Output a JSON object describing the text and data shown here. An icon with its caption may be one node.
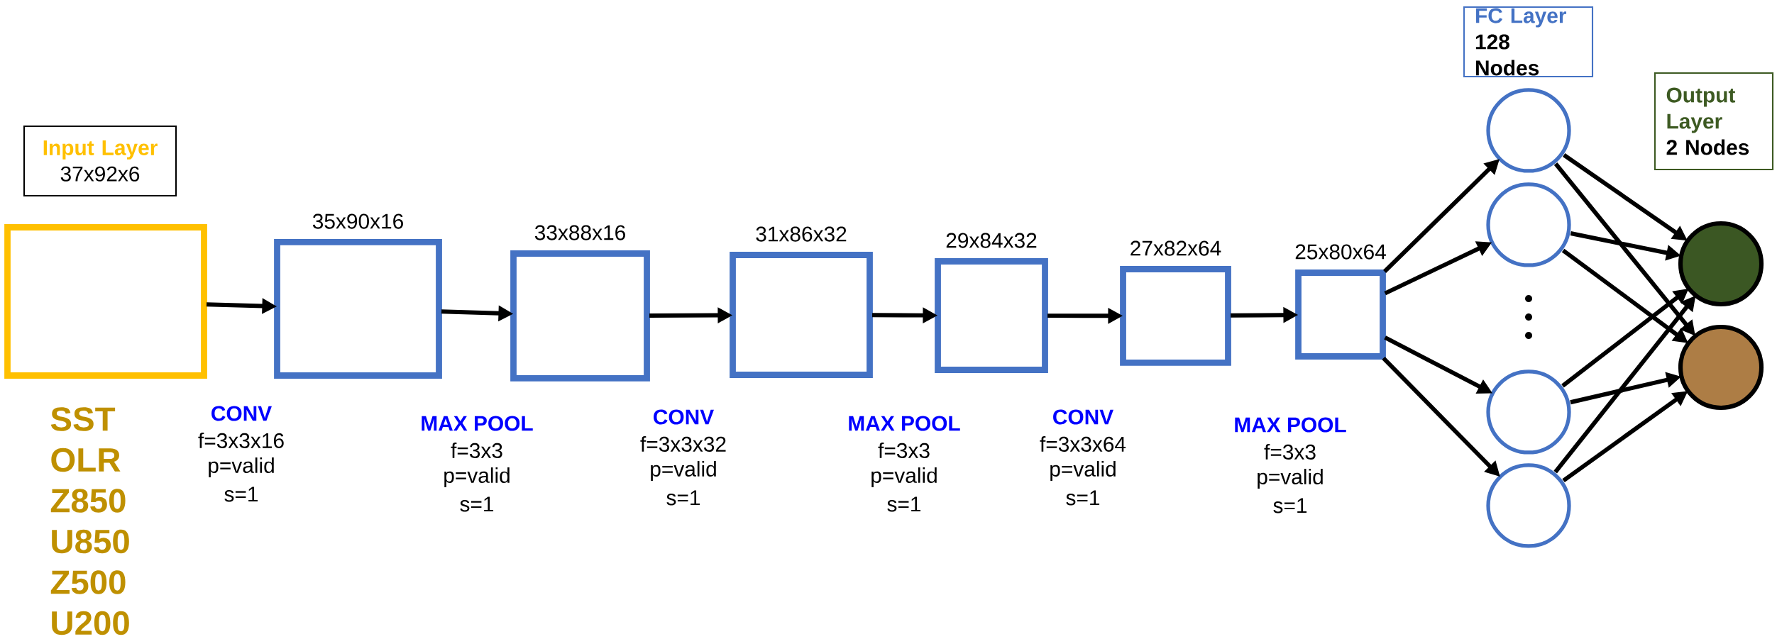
{
  "diagram": {
    "nodes": [
      {
        "text": [
          "Input Layer",
          "37x92x6"
        ]
      },
      {
        "text": [],
        "shape": "box"
      },
      {
        "text": [
          "35x90x16"
        ]
      },
      {
        "text": [
          "33x88x16"
        ]
      },
      {
        "text": [
          "31x86x32"
        ]
      },
      {
        "text": [
          "29x84x32"
        ]
      },
      {
        "text": [
          "27x82x64"
        ]
      },
      {
        "text": [
          "25x80x64"
        ]
      },
      {
        "text": [
          "FC Layer",
          "128 Nodes"
        ]
      },
      {
        "text": [],
        "shape": "circle"
      },
      {
        "text": [],
        "shape": "circle"
      },
      {
        "text": [],
        "shape": "circle"
      },
      {
        "text": [],
        "shape": "circle"
      },
      {
        "text": [
          "Output Layer",
          "2 Nodes"
        ]
      },
      {
        "text": [],
        "shape": "circle"
      },
      {
        "text": [],
        "shape": "circle"
      }
    ],
    "edges": [
      {
        "from": 1,
        "to": 2,
        "arrow": "to"
      },
      {
        "from": 2,
        "to": 3,
        "arrow": "to"
      },
      {
        "from": 3,
        "to": 4,
        "arrow": "to"
      },
      {
        "from": 4,
        "to": 5,
        "arrow": "to"
      },
      {
        "from": 5,
        "to": 6,
        "arrow": "to"
      },
      {
        "from": 6,
        "to": 7,
        "arrow": "to"
      },
      {
        "from": 7,
        "to": 9,
        "arrow": "to"
      },
      {
        "from": 7,
        "to": 10,
        "arrow": "to"
      },
      {
        "from": 7,
        "to": 11,
        "arrow": "to"
      },
      {
        "from": 7,
        "to": 12,
        "arrow": "to"
      },
      {
        "from": 9,
        "to": 14,
        "arrow": "to"
      },
      {
        "from": 9,
        "to": 15,
        "arrow": "to"
      },
      {
        "from": 10,
        "to": 14,
        "arrow": "to"
      },
      {
        "from": 10,
        "to": 15,
        "arrow": "to"
      },
      {
        "from": 11,
        "to": 14,
        "arrow": "to"
      },
      {
        "from": 11,
        "to": 15,
        "arrow": "to"
      },
      {
        "from": 12,
        "to": 14,
        "arrow": "to"
      },
      {
        "from": 12,
        "to": 15,
        "arrow": "to"
      }
    ],
    "labels": [
      "SST",
      "OLR",
      "Z850",
      "U850",
      "Z500",
      "U200",
      "CONV",
      "f=3x3x16",
      "p=valid",
      "s=1",
      "MAX POOL",
      "f=3x3",
      "p=valid",
      "s=1",
      "CONV",
      "f=3x3x32",
      "p=valid",
      "s=1",
      "MAX POOL",
      "f=3x3",
      "p=valid",
      "s=1",
      "CONV",
      "f=3x3x64",
      "p=valid",
      "s=1",
      "MAX POOL",
      "f=3x3",
      "p=valid",
      "s=1"
    ]
  }
}
